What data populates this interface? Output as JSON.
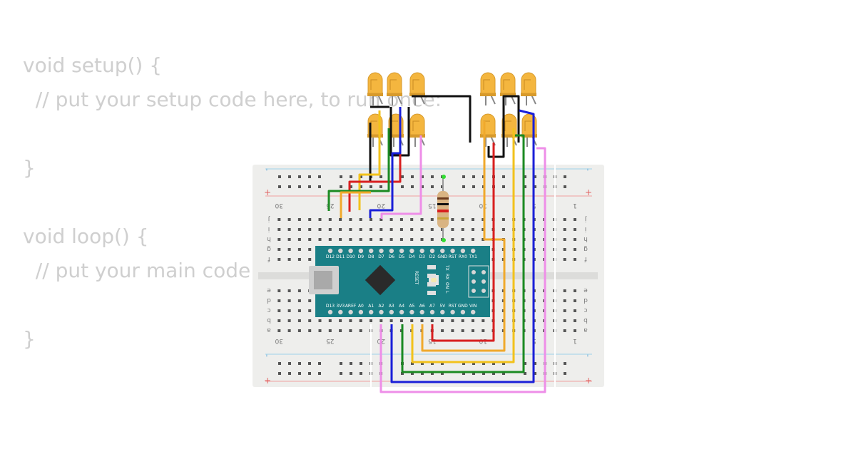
{
  "code_lines": [
    "void setup() {",
    "  // put your setup code here, to run once:",
    "",
    "}",
    "",
    "void loop() {",
    "  // put your main code here, to run repeatedly:",
    "",
    "}"
  ],
  "breadboard": {
    "column_numbers": [
      "30",
      "25",
      "20",
      "15",
      "10",
      "5",
      "1"
    ],
    "row_letters_top": [
      "j",
      "i",
      "h",
      "g",
      "f"
    ],
    "row_letters_bottom": [
      "e",
      "d",
      "c",
      "b",
      "a"
    ],
    "rail_plus": "+",
    "rail_minus": "-"
  },
  "arduino": {
    "top_pins": [
      "D12",
      "D11",
      "D10",
      "D9",
      "D8",
      "D7",
      "D6",
      "D5",
      "D4",
      "D3",
      "D2",
      "GND",
      "RST",
      "RX0",
      "TX1"
    ],
    "bottom_pins": [
      "D13",
      "3V3",
      "AREF",
      "A0",
      "A1",
      "A2",
      "A3",
      "A4",
      "A5",
      "A6",
      "A7",
      "5V",
      "RST",
      "GND",
      "VIN"
    ],
    "reset_label": "RESET",
    "led_labels": [
      "TX",
      "RX",
      "ON",
      "L"
    ]
  },
  "led_count": 12,
  "colors": {
    "led": "#f4b63f",
    "board": "#1a7f86",
    "breadboard": "#eeeeec",
    "wires": [
      "#111111",
      "#f2c21b",
      "#d81f1f",
      "#1a1fd8",
      "#1b8a22",
      "#ee8ee8",
      "#f0a92c"
    ]
  }
}
